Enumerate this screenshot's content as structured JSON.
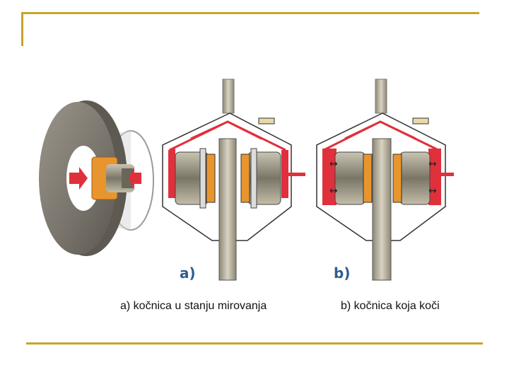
{
  "colors": {
    "frame": "#c8a42a",
    "red": "#e0303c",
    "pink": "#f2b6b8",
    "metal": "#b9b39f",
    "metal_dark": "#6f6a5e",
    "coil": "#e8952e",
    "label_blue": "#2e5d8f"
  },
  "diagram": {
    "label_a": "a)",
    "label_b": "b)"
  },
  "captions": {
    "a": "a) kočnica u stanju mirovanja",
    "b": "b) kočnica koja koči"
  }
}
